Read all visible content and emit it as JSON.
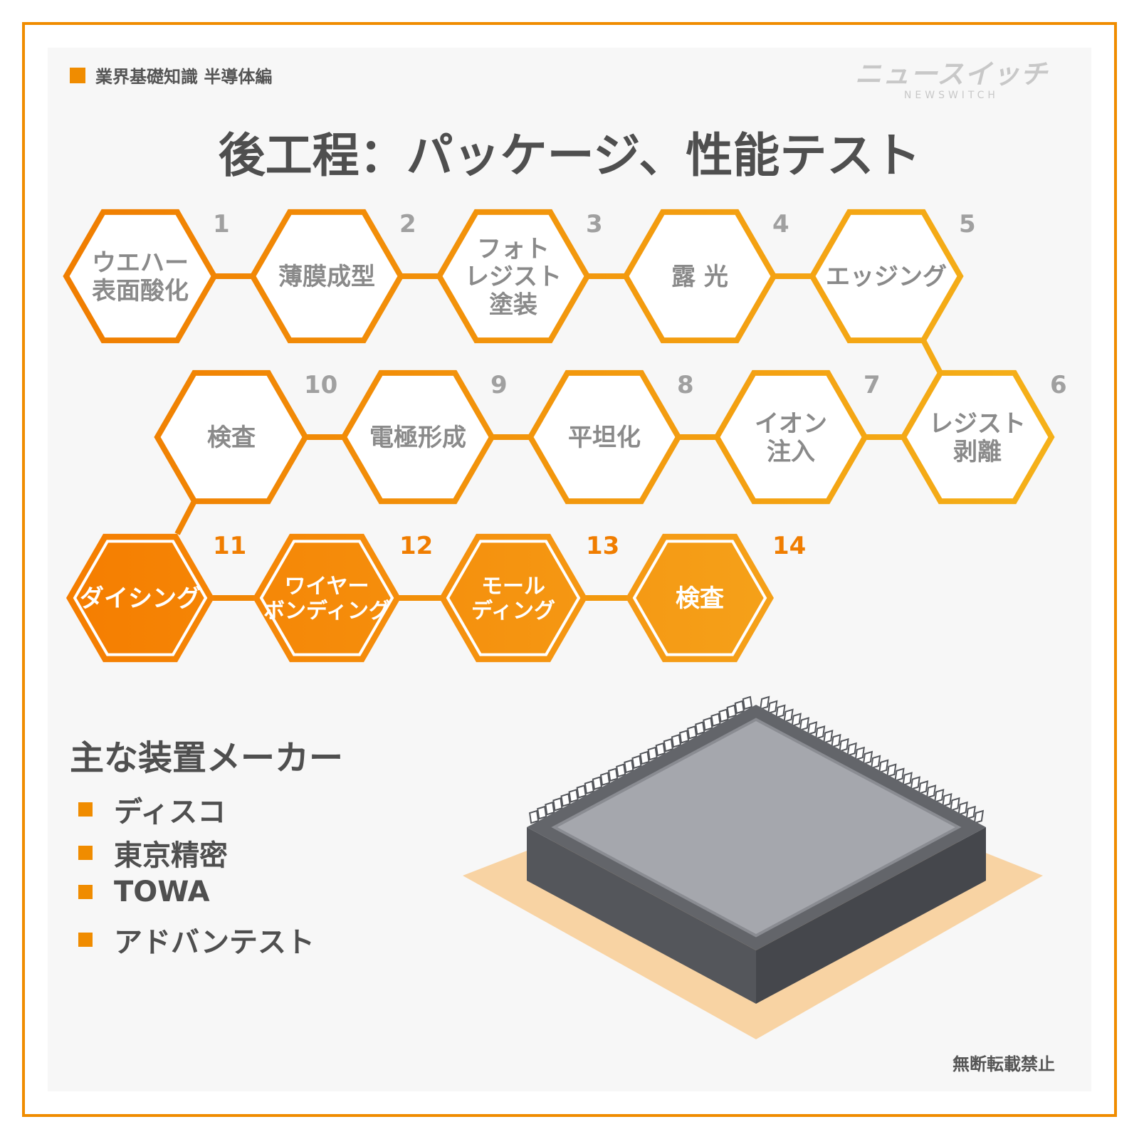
{
  "header": {
    "category": "業界基礎知識 半導体編",
    "logo_jp": "ニュースイッチ",
    "logo_en": "NEWSWITCH"
  },
  "title": "後工程：パッケージ、性能テスト",
  "steps": [
    {
      "num": "1",
      "lines": [
        "ウエハー",
        "表面酸化"
      ],
      "highlight": false
    },
    {
      "num": "2",
      "lines": [
        "薄膜成型"
      ],
      "highlight": false
    },
    {
      "num": "3",
      "lines": [
        "フォト",
        "レジスト",
        "塗装"
      ],
      "highlight": false
    },
    {
      "num": "4",
      "lines": [
        "露 光"
      ],
      "highlight": false
    },
    {
      "num": "5",
      "lines": [
        "エッジング"
      ],
      "highlight": false
    },
    {
      "num": "6",
      "lines": [
        "レジスト",
        "剥離"
      ],
      "highlight": false
    },
    {
      "num": "7",
      "lines": [
        "イオン",
        "注入"
      ],
      "highlight": false
    },
    {
      "num": "8",
      "lines": [
        "平坦化"
      ],
      "highlight": false
    },
    {
      "num": "9",
      "lines": [
        "電極形成"
      ],
      "highlight": false
    },
    {
      "num": "10",
      "lines": [
        "検査"
      ],
      "highlight": false
    },
    {
      "num": "11",
      "lines": [
        "ダイシング"
      ],
      "highlight": true
    },
    {
      "num": "12",
      "lines": [
        "ワイヤー",
        "ボンディング"
      ],
      "highlight": true
    },
    {
      "num": "13",
      "lines": [
        "モール",
        "ディング"
      ],
      "highlight": true
    },
    {
      "num": "14",
      "lines": [
        "検査"
      ],
      "highlight": true
    }
  ],
  "makers": {
    "heading": "主な装置メーカー",
    "items": [
      "ディスコ",
      "東京精密",
      "TOWA",
      "アドバンテスト"
    ]
  },
  "footer": "無断転載禁止",
  "colors": {
    "orange": "#f07d00",
    "amber": "#f5b21a",
    "text": "#4f4f4f",
    "step_text": "#8a8a8a",
    "chip_top": "#a5a7ad",
    "chip_body": "#5a5c61",
    "board": "#f8d3a3"
  }
}
